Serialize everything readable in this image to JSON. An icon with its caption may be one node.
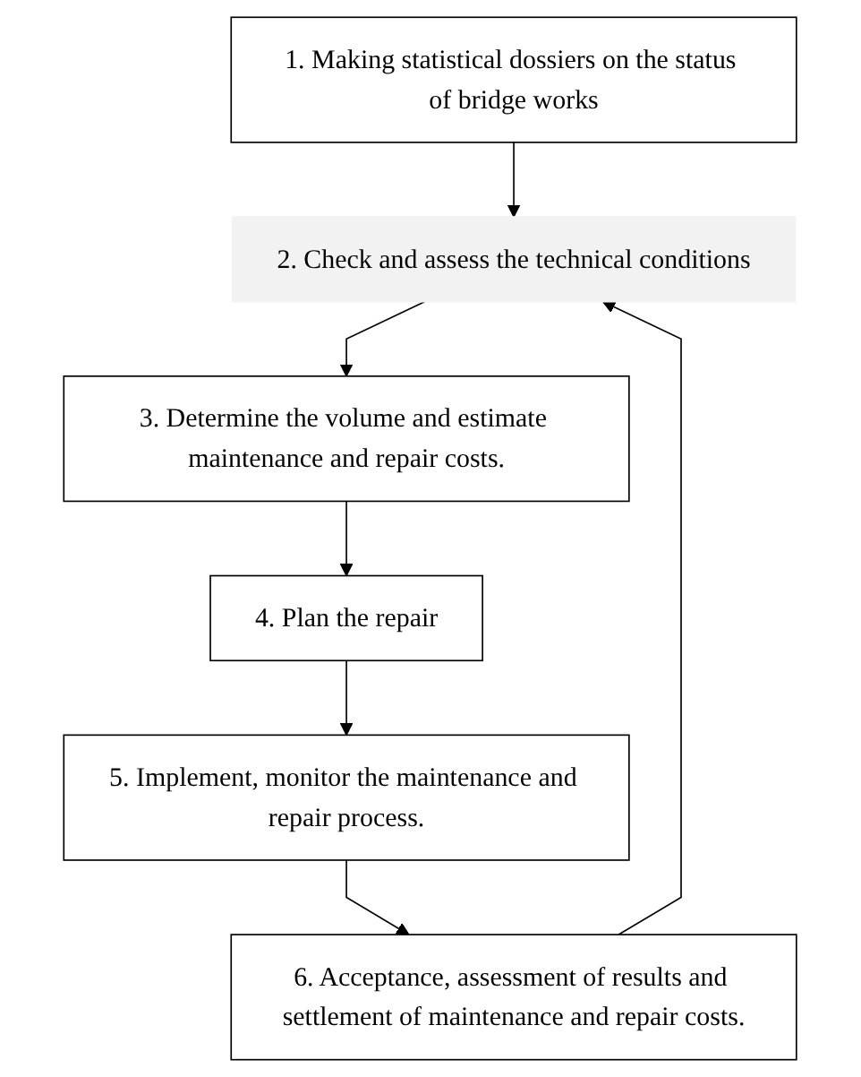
{
  "diagram": {
    "nodes": [
      {
        "text": [
          "1. Making statistical dossiers on the status of bridge works"
        ]
      },
      {
        "text": [
          "2. Check and assess the technical conditions"
        ]
      },
      {
        "text": [
          "3. Determine the volume and estimate maintenance and repair costs."
        ]
      },
      {
        "text": [
          "4. Plan the repair"
        ]
      },
      {
        "text": [
          "5. Implement, monitor the maintenance and repair process."
        ]
      },
      {
        "text": [
          "6. Acceptance, assessment of results and settlement of maintenance and repair costs."
        ]
      }
    ],
    "edges": [
      {
        "from": 0,
        "to": 1,
        "arrow": "to"
      },
      {
        "from": 1,
        "to": 2,
        "arrow": "to"
      },
      {
        "from": 2,
        "to": 3,
        "arrow": "to"
      },
      {
        "from": 3,
        "to": 4,
        "arrow": "to"
      },
      {
        "from": 4,
        "to": 5,
        "arrow": "to"
      },
      {
        "from": 5,
        "to": 1,
        "arrow": "to"
      }
    ]
  }
}
